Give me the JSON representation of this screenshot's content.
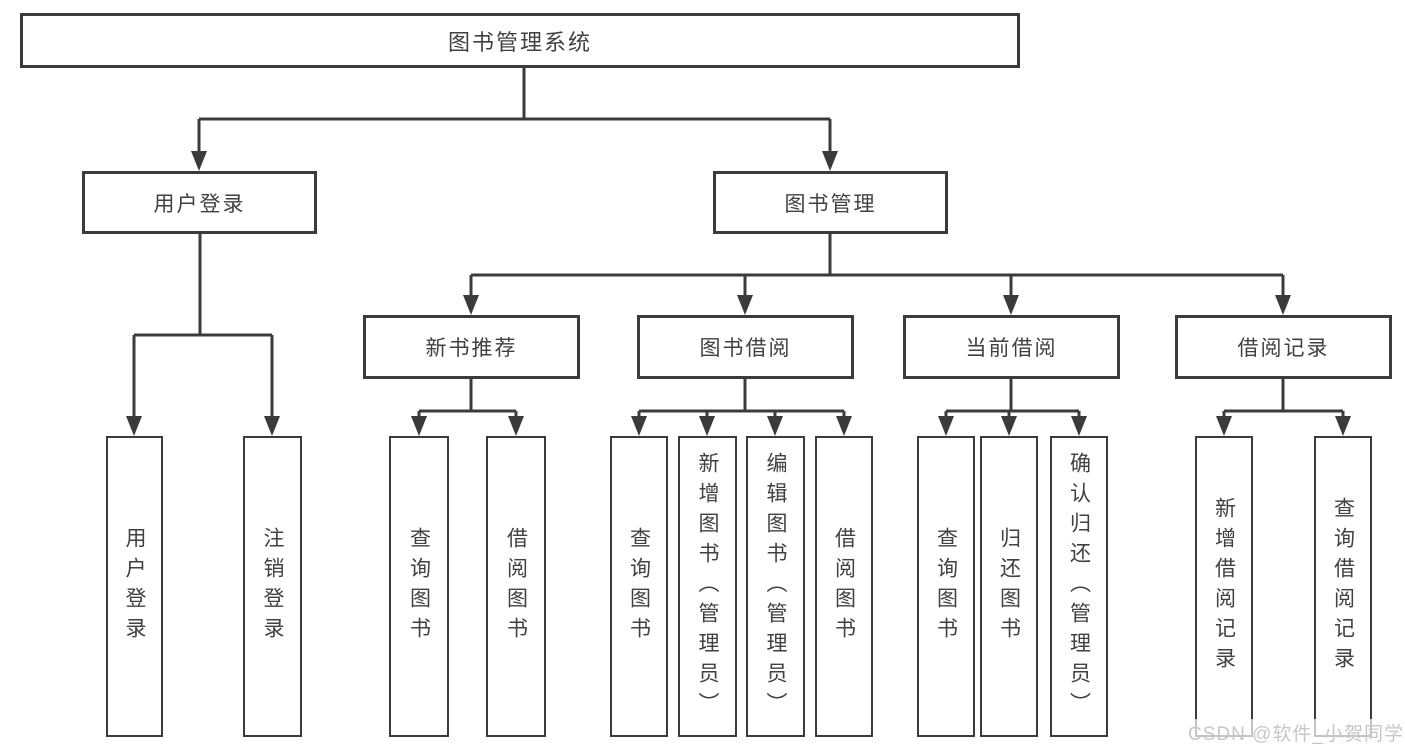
{
  "diagram": {
    "type": "tree",
    "tree": {
      "label": "图书管理系统",
      "children": [
        {
          "label": "用户登录",
          "children": [
            {
              "label": "用户登录"
            },
            {
              "label": "注销登录"
            }
          ]
        },
        {
          "label": "图书管理",
          "children": [
            {
              "label": "新书推荐",
              "children": [
                {
                  "label": "查询图书"
                },
                {
                  "label": "借阅图书"
                }
              ]
            },
            {
              "label": "图书借阅",
              "children": [
                {
                  "label": "查询图书"
                },
                {
                  "label": "新增图书（管理员）"
                },
                {
                  "label": "编辑图书（管理员）"
                },
                {
                  "label": "借阅图书"
                }
              ]
            },
            {
              "label": "当前借阅",
              "children": [
                {
                  "label": "查询图书"
                },
                {
                  "label": "归还图书"
                },
                {
                  "label": "确认归还（管理员）"
                }
              ]
            },
            {
              "label": "借阅记录",
              "children": [
                {
                  "label": "新增借阅记录"
                },
                {
                  "label": "查询借阅记录"
                }
              ]
            }
          ]
        }
      ]
    },
    "watermark": "CSDN @软件_小贺同学",
    "colors": {
      "line": "#3b3b3b",
      "text": "#414141",
      "watermark": "#c7c7c7",
      "background": "#ffffff"
    }
  }
}
